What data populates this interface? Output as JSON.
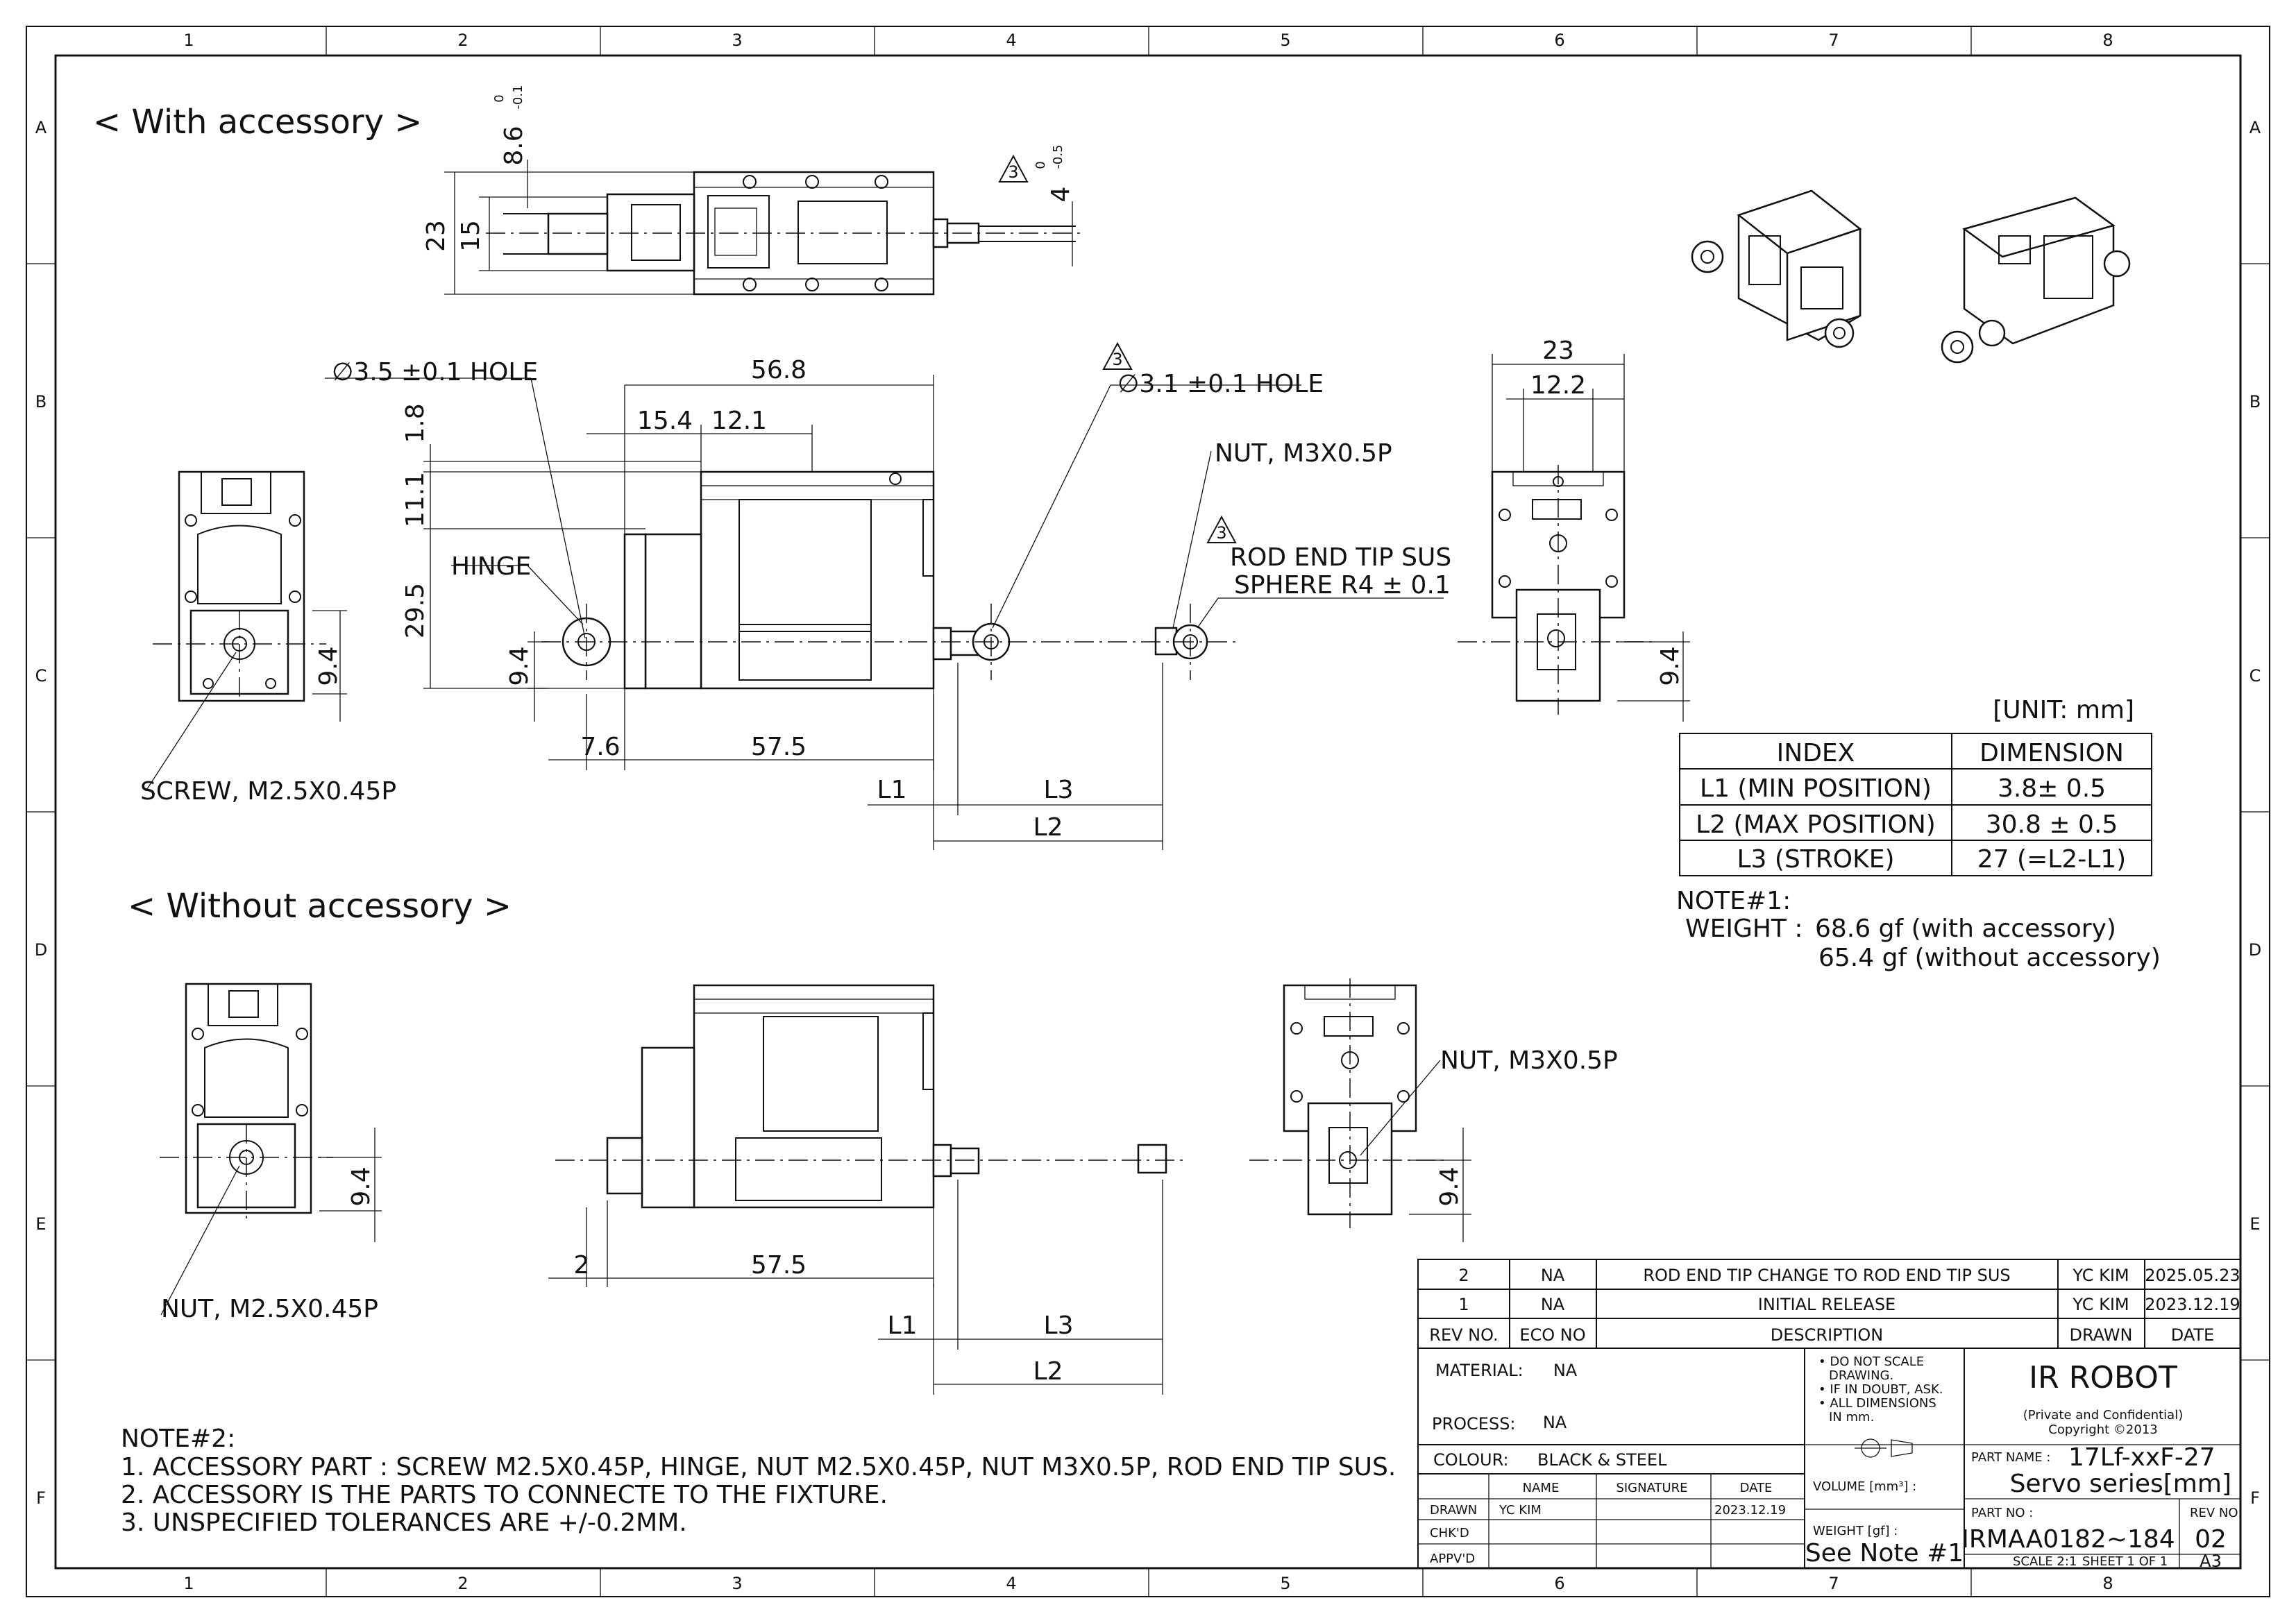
{
  "sheet": {
    "col_labels": [
      "1",
      "2",
      "3",
      "4",
      "5",
      "6",
      "7",
      "8"
    ],
    "row_labels": [
      "A",
      "B",
      "C",
      "D",
      "E",
      "F"
    ]
  },
  "sections": {
    "with_accessory": "< With accessory >",
    "without_accessory": "< Without accessory >"
  },
  "dims_with": {
    "d_8_6": "8.6",
    "d_8_6_tol_upper": "0",
    "d_8_6_tol_lower": "-0.1",
    "d_23_top": "23",
    "d_15": "15",
    "d_4": "4",
    "d_4_tol_upper": "0",
    "d_4_tol_lower": "-0.5",
    "rev_mark": "3",
    "hole_35": "∅3.5 ±0.1 HOLE",
    "d_56_8": "56.8",
    "d_15_4": "15.4",
    "d_12_1": "12.1",
    "d_1_8": "1.8",
    "d_11_1": "11.1",
    "d_29_5": "29.5",
    "hinge": "HINGE",
    "d_9_4_front": "9.4",
    "d_9_4_side": "9.4",
    "d_7_6": "7.6",
    "d_57_5": "57.5",
    "hole_31": "∅3.1 ±0.1 HOLE",
    "nut_m3": "NUT, M3X0.5P",
    "rod_end_1": "ROD END TIP SUS",
    "rod_end_2": "SPHERE R4 ± 0.1",
    "screw": "SCREW, M2.5X0.45P",
    "l1": "L1",
    "l2": "L2",
    "l3": "L3",
    "d_23_end": "23",
    "d_12_2": "12.2",
    "d_9_4_end": "9.4"
  },
  "dims_without": {
    "d_9_4_front": "9.4",
    "d_2": "2",
    "d_57_5": "57.5",
    "l1": "L1",
    "l2": "L2",
    "l3": "L3",
    "nut_m3": "NUT, M3X0.5P",
    "d_9_4_end": "9.4",
    "nut_m25": "NUT, M2.5X0.45P"
  },
  "unit": "[UNIT: mm]",
  "dim_table": {
    "headers": [
      "INDEX",
      "DIMENSION"
    ],
    "rows": [
      [
        "L1 (MIN POSITION)",
        "3.8± 0.5"
      ],
      [
        "L2 (MAX POSITION)",
        "30.8 ± 0.5"
      ],
      [
        "L3 (STROKE)",
        "27 (=L2-L1)"
      ]
    ]
  },
  "note1": {
    "title": "NOTE#1:",
    "weight_label": "WEIGHT :",
    "weight_with": "68.6 gf  (with accessory)",
    "weight_without": "65.4 gf  (without accessory)"
  },
  "note2": {
    "title": "NOTE#2:",
    "lines": [
      "1. ACCESSORY PART : SCREW M2.5X0.45P, HINGE, NUT M2.5X0.45P, NUT M3X0.5P, ROD END TIP SUS.",
      "2. ACCESSORY IS THE PARTS TO CONNECTE TO THE FIXTURE.",
      "3. UNSPECIFIED TOLERANCES ARE +/-0.2MM."
    ]
  },
  "revisions": [
    {
      "rev": "2",
      "eco": "NA",
      "desc": "ROD END TIP CHANGE TO ROD END TIP SUS",
      "drawn": "YC KIM",
      "date": "2025.05.23"
    },
    {
      "rev": "1",
      "eco": "NA",
      "desc": "INITIAL RELEASE",
      "drawn": "YC KIM",
      "date": "2023.12.19"
    }
  ],
  "rev_headers": {
    "rev": "REV NO.",
    "eco": "ECO NO",
    "desc": "DESCRIPTION",
    "drawn": "DRAWN",
    "date": "DATE"
  },
  "title_block": {
    "material_label": "MATERIAL:",
    "material": "NA",
    "process_label": "PROCESS:",
    "process": "NA",
    "colour_label": "COLOUR:",
    "colour": "BLACK & STEEL",
    "notes": [
      "• DO NOT SCALE",
      "DRAWING.",
      "• IF IN DOUBT, ASK.",
      "• ALL DIMENSIONS",
      "IN mm."
    ],
    "company": "IR ROBOT",
    "confidential_1": "(Private and Confidential)",
    "confidential_2": "Copyright ©2013",
    "part_name_label": "PART NAME :",
    "part_name_1": "17Lf-xxF-27",
    "part_name_2": "Servo series[mm]",
    "volume_label": "VOLUME [mm³] :",
    "weight_label": "WEIGHT [gf] :",
    "weight_value": "See Note #1",
    "part_no_label": "PART NO :",
    "part_no": "IRMAA0182~184",
    "rev_no_label": "REV NO:",
    "rev_no": "02",
    "scale": "SCALE  2:1",
    "sheet": "SHEET 1 OF 1",
    "size": "A3",
    "sig_headers": [
      "NAME",
      "SIGNATURE",
      "DATE"
    ],
    "drawn_label": "DRAWN",
    "drawn_name": "YC KIM",
    "drawn_date": "2023.12.19",
    "chkd_label": "CHK'D",
    "appvd_label": "APPV'D"
  }
}
